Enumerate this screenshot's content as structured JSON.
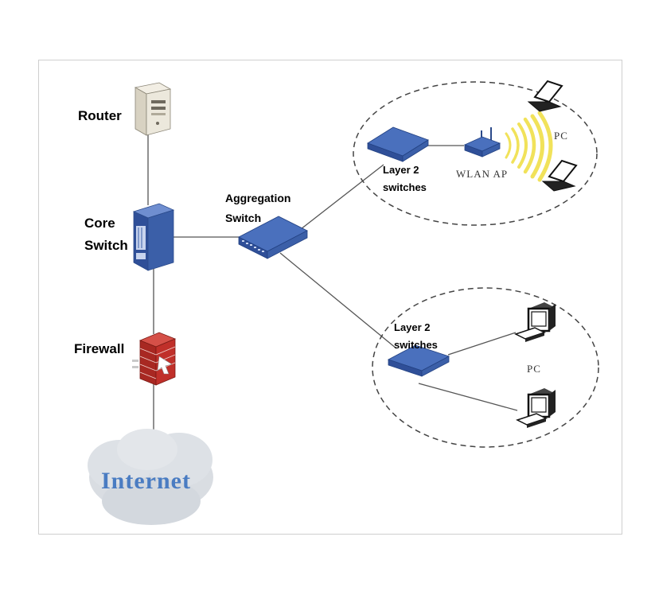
{
  "nodes": {
    "router": "Router",
    "core_switch_line1": "Core",
    "core_switch_line2": "Switch",
    "firewall": "Firewall",
    "internet": "Internet",
    "aggregation_line1": "Aggregation",
    "aggregation_line2": "Switch",
    "l2_top_line1": "Layer 2",
    "l2_top_line2": "switches",
    "wlan_ap": "WLAN AP",
    "pc_top": "PC",
    "l2_bottom_line1": "Layer 2",
    "l2_bottom_line2": "switches",
    "pc_bottom": "PC"
  },
  "colors": {
    "switch_blue": "#3b5fa8",
    "firewall_red": "#c0302a",
    "wifi_yellow": "#f1e25a",
    "cloud_gray": "#d9dde2",
    "link_gray": "#555555"
  }
}
